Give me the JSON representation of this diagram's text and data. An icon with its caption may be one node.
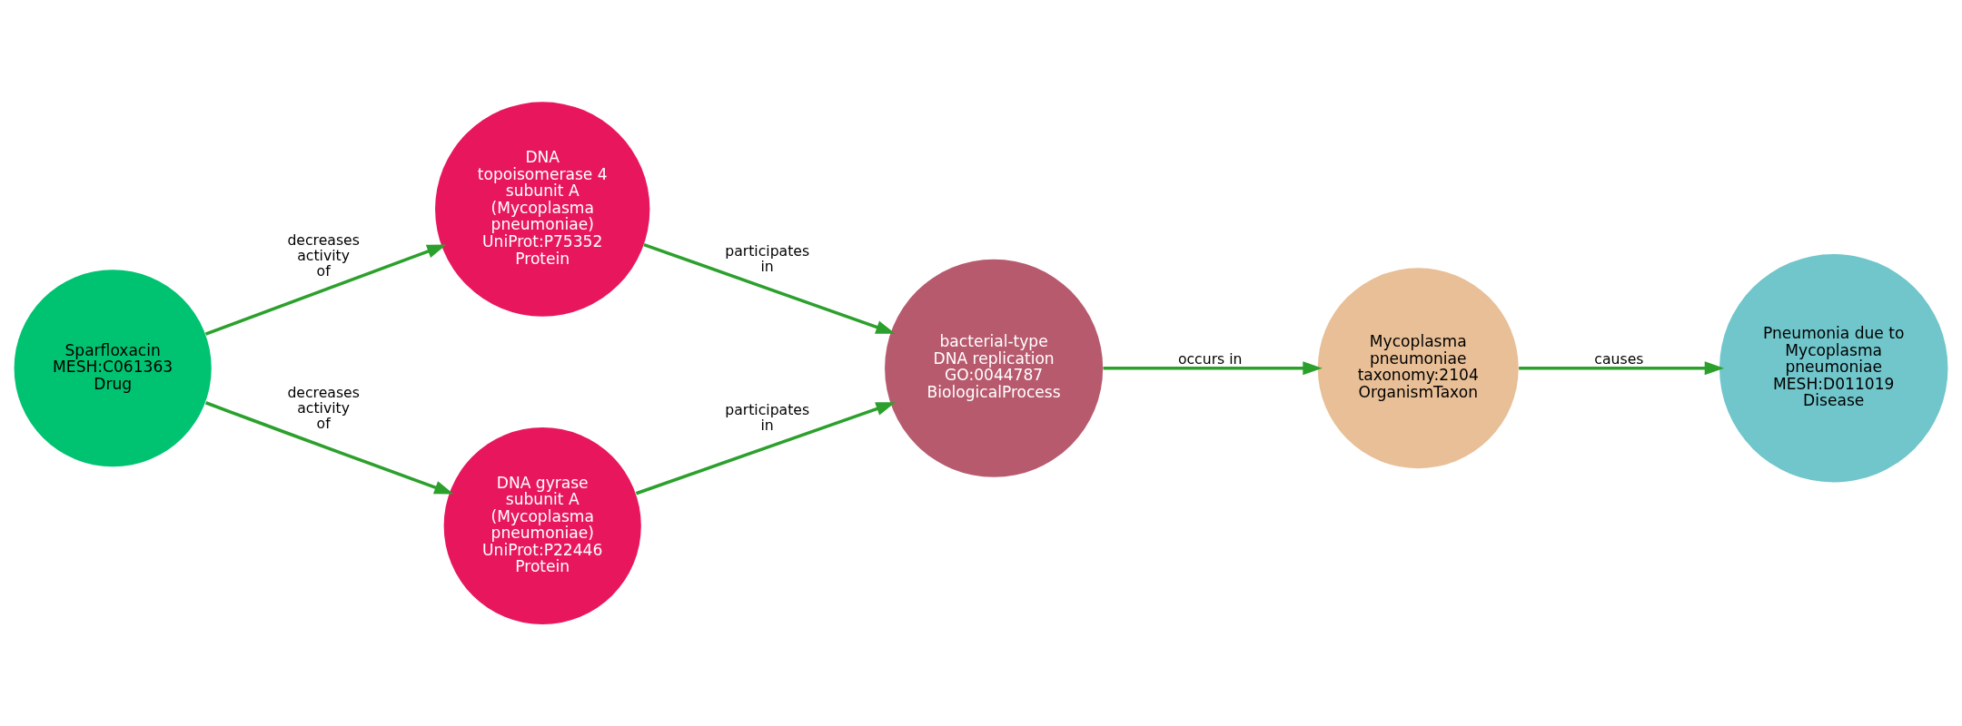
{
  "diagram": {
    "nodes": [
      {
        "text": [
          "Sparfloxacin",
          "MESH:C061363",
          "Drug"
        ]
      },
      {
        "text": [
          "DNA topoisomerase 4 subunit A (Mycoplasma pneumoniae)",
          "UniProt:P75352",
          "Protein"
        ]
      },
      {
        "text": [
          "DNA gyrase subunit A (Mycoplasma pneumoniae)",
          "UniProt:P22446",
          "Protein"
        ]
      },
      {
        "text": [
          "bacterial-type DNA replication",
          "GO:0044787",
          "BiologicalProcess"
        ]
      },
      {
        "text": [
          "Mycoplasma pneumoniae",
          "taxonomy:2104",
          "OrganismTaxon"
        ]
      },
      {
        "text": [
          "Pneumonia due to Mycoplasma pneumoniae",
          "MESH:D011019",
          "Disease"
        ]
      }
    ],
    "edges": [
      {
        "from": 0,
        "to": 1,
        "arrow": "to",
        "label": "decreases activity of"
      },
      {
        "from": 0,
        "to": 2,
        "arrow": "to",
        "label": "decreases activity of"
      },
      {
        "from": 1,
        "to": 3,
        "arrow": "to",
        "label": "participates in"
      },
      {
        "from": 2,
        "to": 3,
        "arrow": "to",
        "label": "participates in"
      },
      {
        "from": 3,
        "to": 4,
        "arrow": "to",
        "label": "occurs in"
      },
      {
        "from": 4,
        "to": 5,
        "arrow": "to",
        "label": "causes"
      }
    ]
  }
}
